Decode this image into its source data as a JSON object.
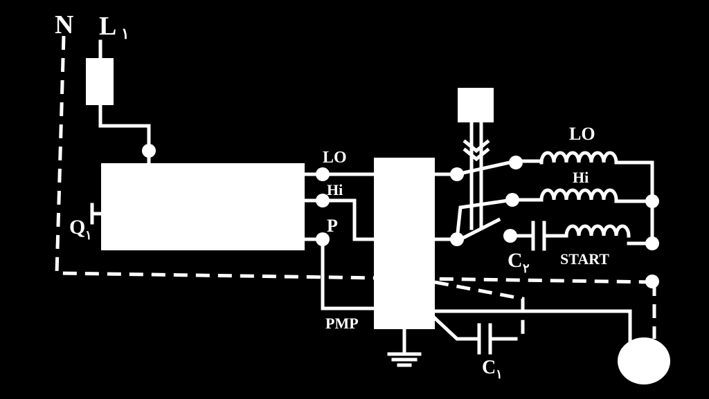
{
  "labels": {
    "neutral": "N",
    "line": "L",
    "line_sub": "۱",
    "q": "Q",
    "q_sub": "۱",
    "board_lo": "LO",
    "board_hi": "Hi",
    "board_p": "P",
    "pmp": "PMP",
    "coil_lo": "LO",
    "coil_hi": "Hi",
    "start": "START",
    "c2": "C",
    "c2_sub": "۲",
    "c1": "C",
    "c1_sub": "۱"
  }
}
